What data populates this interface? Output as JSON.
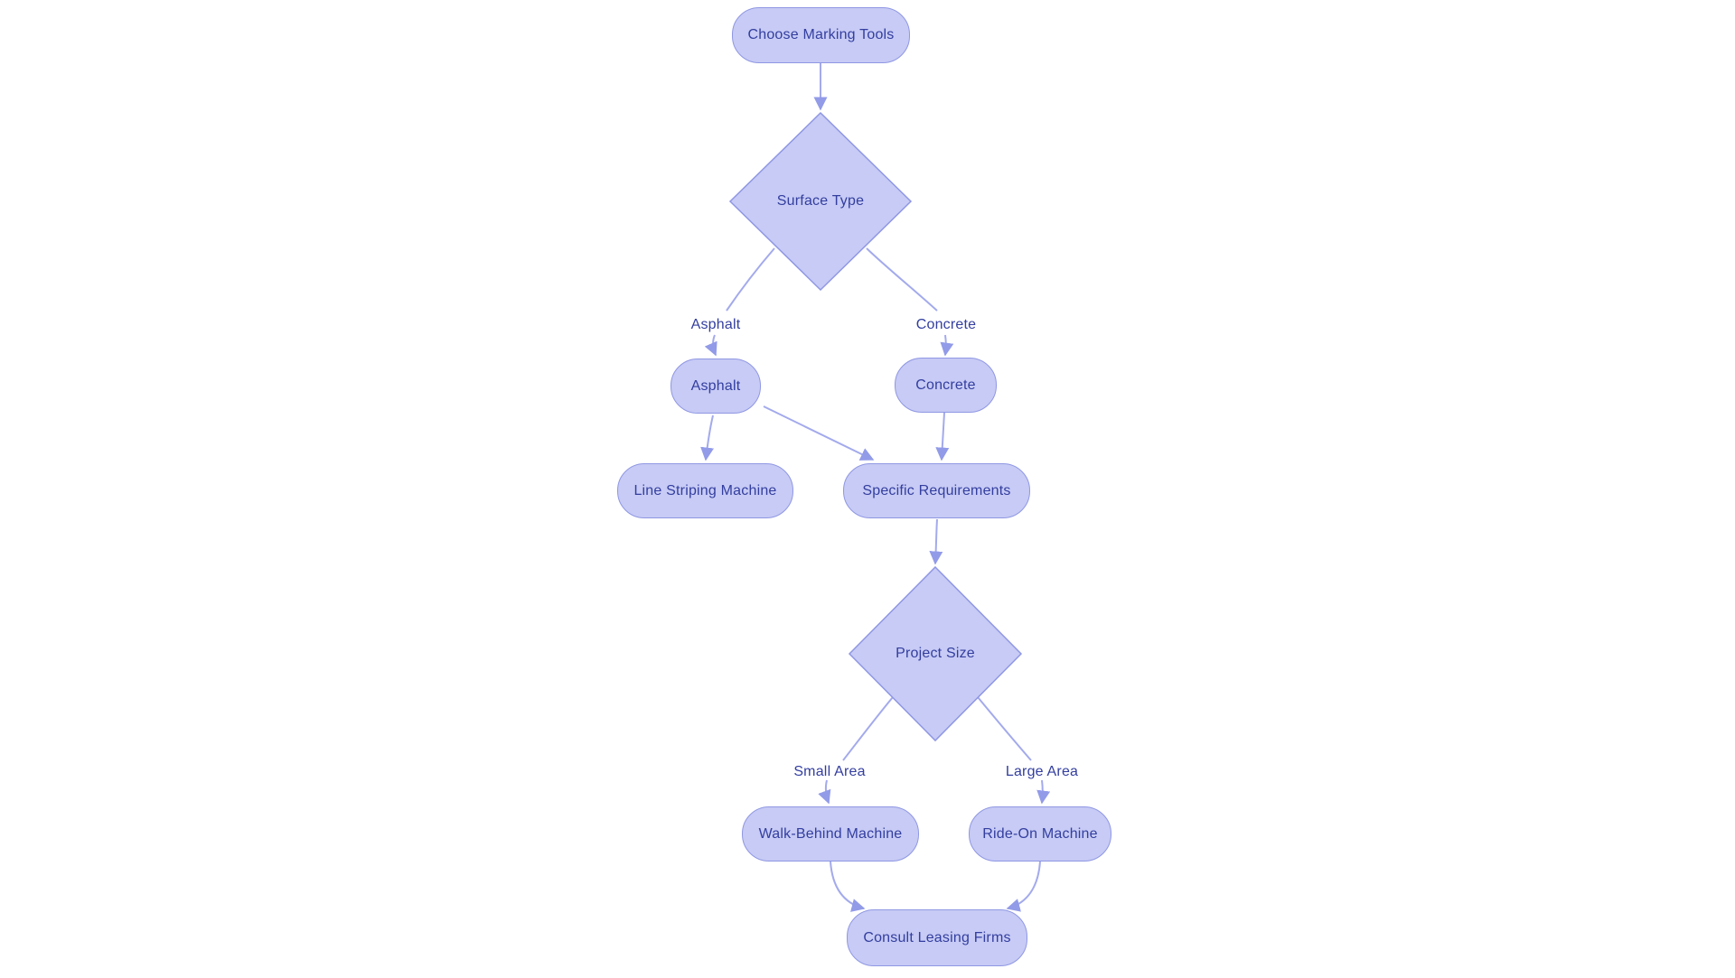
{
  "diagram": {
    "type": "flowchart",
    "background_color": "#ffffff",
    "colors": {
      "node_fill": "#c7cbf5",
      "node_border": "#8f97e3",
      "edge_line": "#a3aaec",
      "arrowhead": "#929be8",
      "text": "#333e9f"
    },
    "nodes": [
      {
        "id": "choose-marking-tools",
        "label": "Choose Marking Tools",
        "shape": "rounded-rect"
      },
      {
        "id": "surface-type",
        "label": "Surface Type",
        "shape": "diamond"
      },
      {
        "id": "asphalt",
        "label": "Asphalt",
        "shape": "rounded-rect"
      },
      {
        "id": "concrete",
        "label": "Concrete",
        "shape": "rounded-rect"
      },
      {
        "id": "line-striping-machine",
        "label": "Line Striping Machine",
        "shape": "rounded-rect"
      },
      {
        "id": "specific-requirements",
        "label": "Specific Requirements",
        "shape": "rounded-rect"
      },
      {
        "id": "project-size",
        "label": "Project Size",
        "shape": "diamond"
      },
      {
        "id": "walk-behind-machine",
        "label": "Walk-Behind Machine",
        "shape": "rounded-rect"
      },
      {
        "id": "ride-on-machine",
        "label": "Ride-On Machine",
        "shape": "rounded-rect"
      },
      {
        "id": "consult-leasing-firms",
        "label": "Consult Leasing Firms",
        "shape": "rounded-rect"
      }
    ],
    "edge_labels": {
      "asphalt": "Asphalt",
      "concrete": "Concrete",
      "small_area": "Small Area",
      "large_area": "Large Area"
    },
    "edges": [
      {
        "from": "Choose Marking Tools",
        "to": "Surface Type",
        "label": ""
      },
      {
        "from": "Surface Type",
        "to": "Asphalt",
        "label": "Asphalt"
      },
      {
        "from": "Surface Type",
        "to": "Concrete",
        "label": "Concrete"
      },
      {
        "from": "Asphalt",
        "to": "Line Striping Machine",
        "label": ""
      },
      {
        "from": "Asphalt",
        "to": "Specific Requirements",
        "label": ""
      },
      {
        "from": "Concrete",
        "to": "Specific Requirements",
        "label": ""
      },
      {
        "from": "Specific Requirements",
        "to": "Project Size",
        "label": ""
      },
      {
        "from": "Project Size",
        "to": "Walk-Behind Machine",
        "label": "Small Area"
      },
      {
        "from": "Project Size",
        "to": "Ride-On Machine",
        "label": "Large Area"
      },
      {
        "from": "Walk-Behind Machine",
        "to": "Consult Leasing Firms",
        "label": ""
      },
      {
        "from": "Ride-On Machine",
        "to": "Consult Leasing Firms",
        "label": ""
      }
    ]
  }
}
